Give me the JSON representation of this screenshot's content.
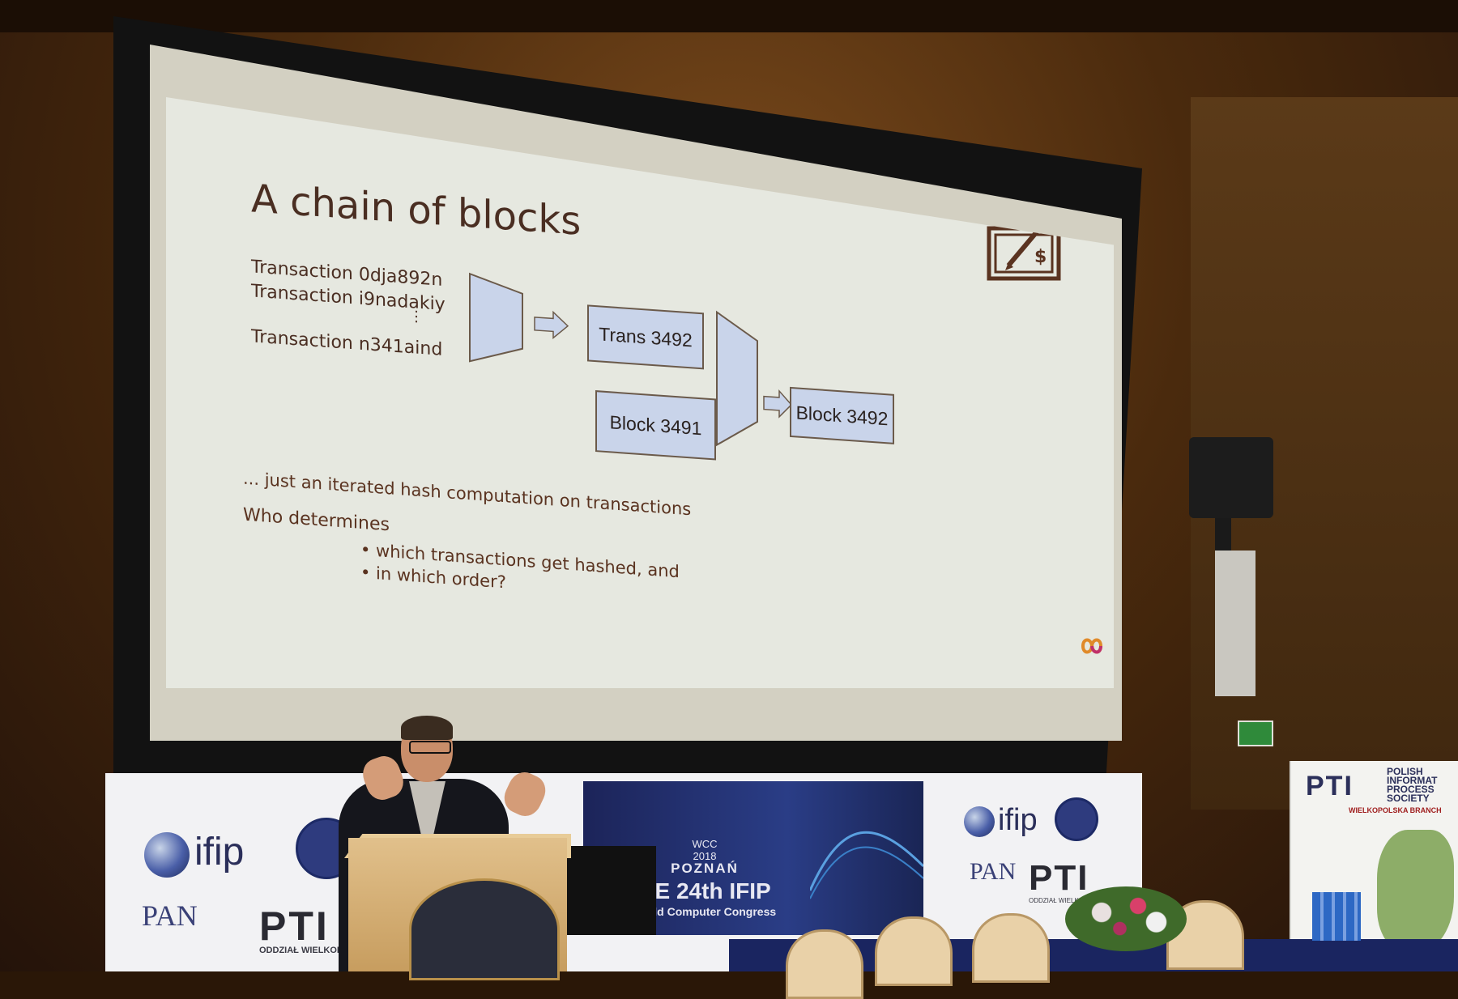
{
  "slide": {
    "title": "A chain of blocks",
    "transactions": [
      "Transaction 0dja892n",
      "Transaction i9nadakiy",
      "Transaction n341aind"
    ],
    "ellipsis": "⋮",
    "boxes": {
      "trans": "Trans 3492",
      "block_prev": "Block 3491",
      "block_next": "Block 3492"
    },
    "caption": "... just an iterated hash computation on transactions",
    "question": "Who determines",
    "bullets": [
      "• which transactions get hashed, and",
      "• in which order?"
    ]
  },
  "backdrop": {
    "ifip": "ifip",
    "pan": "PAN",
    "pti": "PTI",
    "oddzial": "ODDZIAŁ WIELKOPOLS",
    "oddzial_right": "ODDZIAŁ WIELKO",
    "wcc_year": "WCC\n2018",
    "wcc_city": "POZNAŃ",
    "wcc_ifip": "HE 24th IFIP",
    "wcc_congress": "rld Computer Congress"
  },
  "pti_banner": {
    "logo": "PTI",
    "text": "POLISH INFORMAT PROCESS SOCIETY",
    "sub": "WIELKOPOLSKA BRANCH"
  },
  "colors": {
    "slide_bg": "#e6e8e0",
    "box_fill": "#c9d4ea",
    "text_brown": "#5a3320",
    "banner_blue": "#1c2459"
  },
  "icons": {
    "signature": "signed-dollar-document-icon",
    "logo": "infinity-logo-icon"
  }
}
